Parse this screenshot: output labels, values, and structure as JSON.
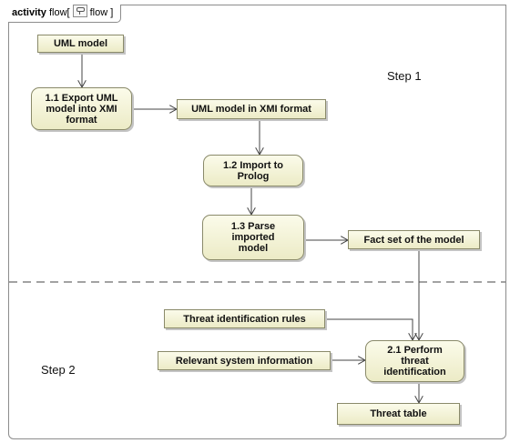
{
  "frame": {
    "kind": "activity",
    "name": "flow",
    "diagram_name": "flow"
  },
  "labels": {
    "step1": "Step 1",
    "step2": "Step 2"
  },
  "nodes": {
    "uml_model": "UML model",
    "export_xmi": "1.1 Export UML\nmodel into XMI\nformat",
    "uml_xmi": "UML model in XMI format",
    "import_prolog": "1.2 Import to\nProlog",
    "parse_model": "1.3 Parse\nimported\nmodel",
    "fact_set": "Fact set of the model",
    "threat_rules": "Threat identification rules",
    "system_info": "Relevant system information",
    "perform_threat": "2.1 Perform\nthreat\nidentification",
    "threat_table": "Threat table"
  },
  "colors": {
    "node_fill_top": "#fbfbea",
    "node_fill_bottom": "#ecebc6",
    "node_border": "#8a8a6a",
    "edge": "#444444"
  }
}
